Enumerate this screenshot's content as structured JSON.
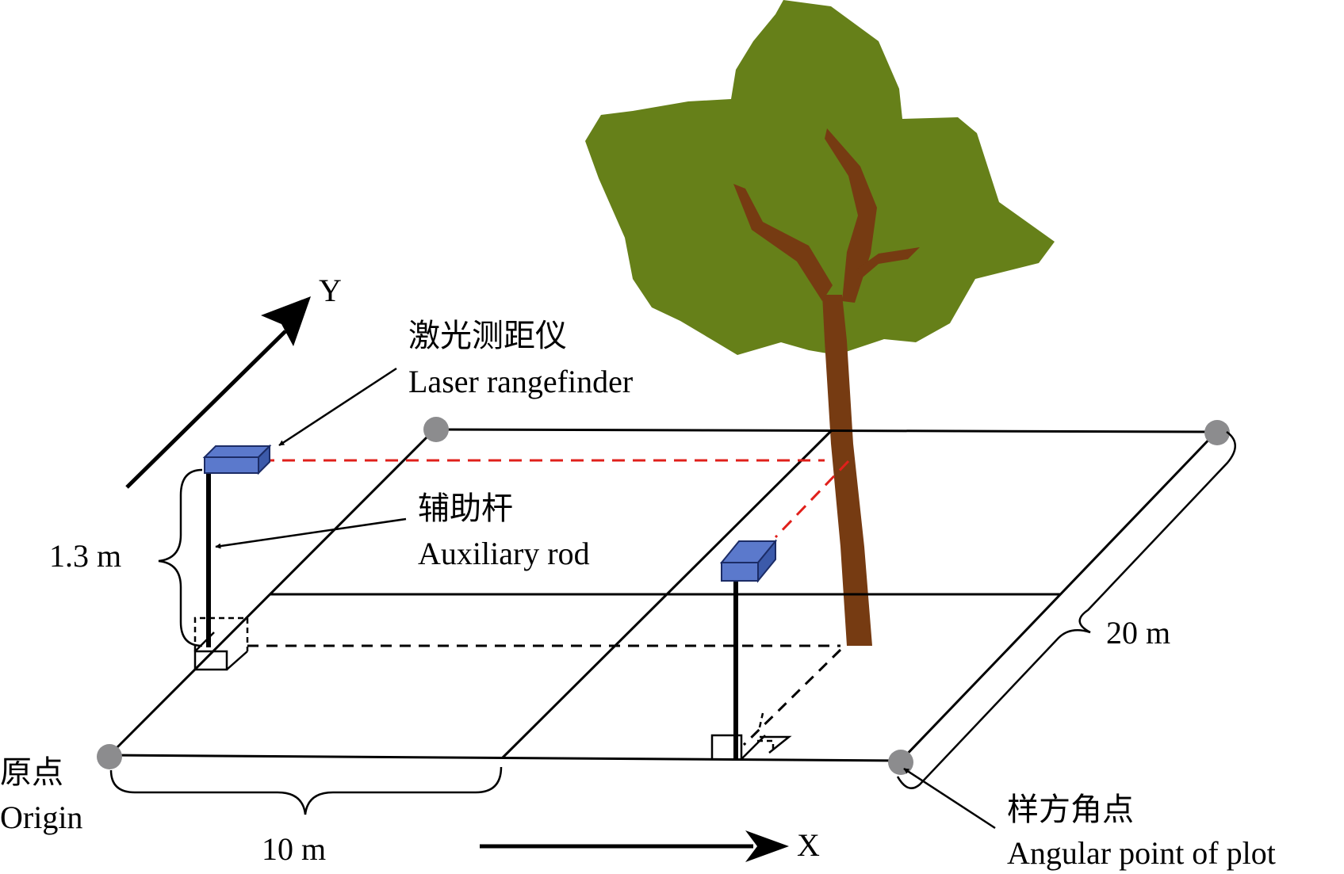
{
  "labels": {
    "y_axis": "Y",
    "x_axis": "X",
    "rangefinder_cn": "激光测距仪",
    "rangefinder_en": "Laser rangefinder",
    "rod_cn": "辅助杆",
    "rod_en": "Auxiliary rod",
    "height": "1.3 m",
    "width": "10 m",
    "length": "20 m",
    "origin_cn": "原点",
    "origin_en": "Origin",
    "corner_cn": "样方角点",
    "corner_en": "Angular point of plot"
  },
  "colors": {
    "canopy": "#668019",
    "trunk": "#763B12",
    "device_top": "#5B79CC",
    "device_side": "#3C5AAA",
    "corner_point": "#8C8C8E",
    "laser_line": "#E0201B",
    "line": "#000000"
  }
}
